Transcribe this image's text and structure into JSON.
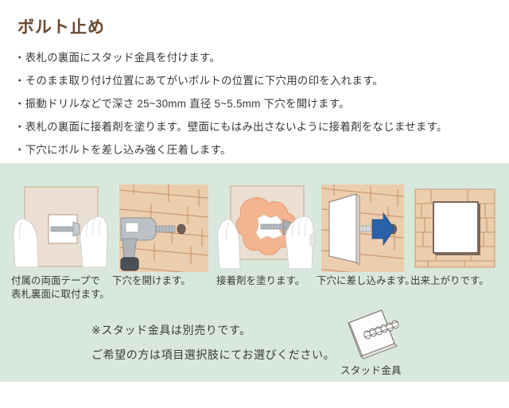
{
  "heading": "ボルト止め",
  "steps": [
    "・表札の裏面にスタッド金具を付けます。",
    "・そのまま取り付け位置にあてがいボルトの位置に下穴用の印を入れます。",
    "・振動ドリルなどで深さ 25~30mm 直径 5~5.5mm 下穴を開けます。",
    "・表札の裏面に接着剤を塗ります。壁面にもはみ出さないように接着剤をなじませます。",
    "・下穴にボルトを差し込み強く圧着します。"
  ],
  "illustration": {
    "panels": [
      {
        "name": "attach-stud-to-plate",
        "caption": "付属の両面テープで\n表札裏面に取付ます。"
      },
      {
        "name": "drill-pilot-hole",
        "caption": "下穴を開けます。"
      },
      {
        "name": "apply-adhesive",
        "caption": "接着剤を塗ります。"
      },
      {
        "name": "insert-into-hole",
        "caption": "下穴に差し込みます。"
      },
      {
        "name": "finished-result",
        "caption": "出来上がりです。"
      }
    ]
  },
  "note": {
    "lines": [
      "※スタッド金具は別売りです。",
      "ご希望の方は項目選択肢にてお選びください。"
    ],
    "stud_label": "スタッド金具"
  },
  "colors": {
    "heading": "#6b4a30",
    "body_text": "#3a3a3a",
    "panel_background": "#d9e8dd",
    "brick": "#eccdad",
    "brick_line": "#c9956a",
    "plate_beige": "#eadfd2",
    "adhesive": "#f4b48d",
    "arrow_blue": "#2a62a8",
    "metal": "#a8aeb2",
    "page_background": "#ffffff"
  }
}
